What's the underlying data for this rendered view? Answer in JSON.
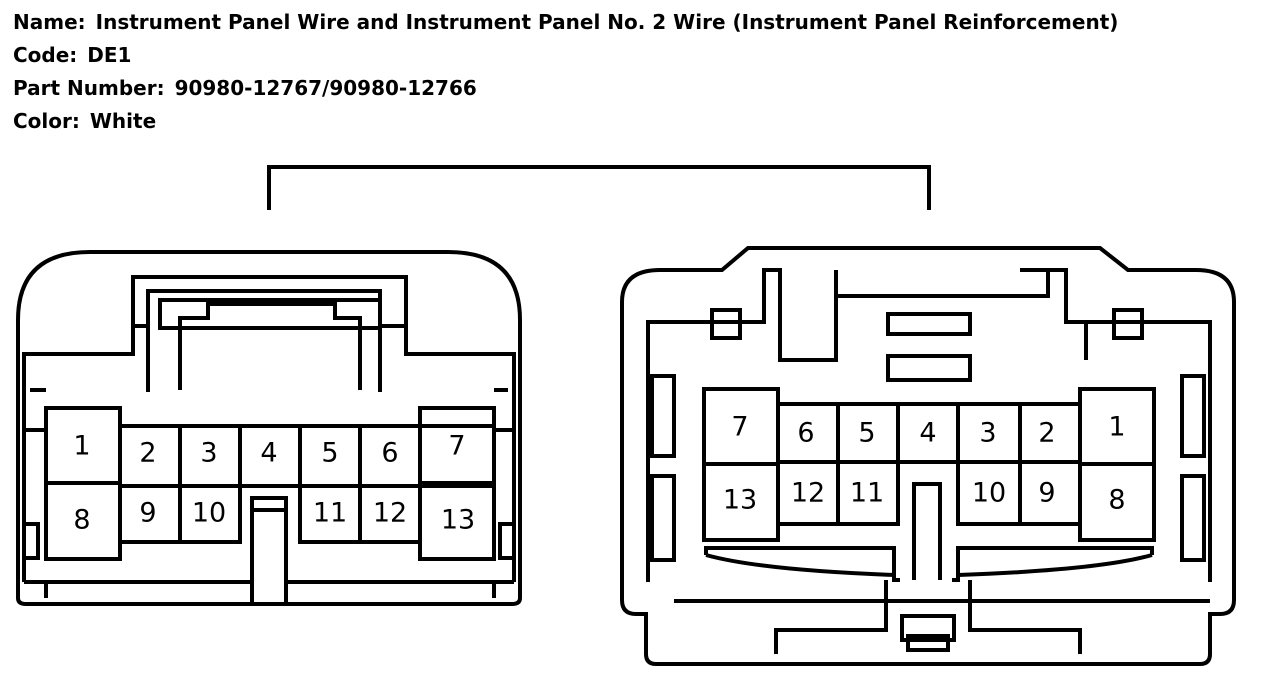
{
  "header": {
    "name_label": "Name:",
    "name_value": "Instrument Panel Wire and Instrument Panel No. 2 Wire (Instrument Panel Reinforcement)",
    "code_label": "Code:",
    "code_value": "DE1",
    "part_label": "Part Number:",
    "part_value": "90980-12767/90980-12766",
    "color_label": "Color:",
    "color_value": "White"
  },
  "left_connector": {
    "pins": [
      "1",
      "2",
      "3",
      "4",
      "5",
      "6",
      "7",
      "8",
      "9",
      "10",
      "11",
      "12",
      "13"
    ]
  },
  "right_connector": {
    "pins": [
      "7",
      "6",
      "5",
      "4",
      "3",
      "2",
      "1",
      "13",
      "12",
      "11",
      "10",
      "9",
      "8"
    ]
  }
}
